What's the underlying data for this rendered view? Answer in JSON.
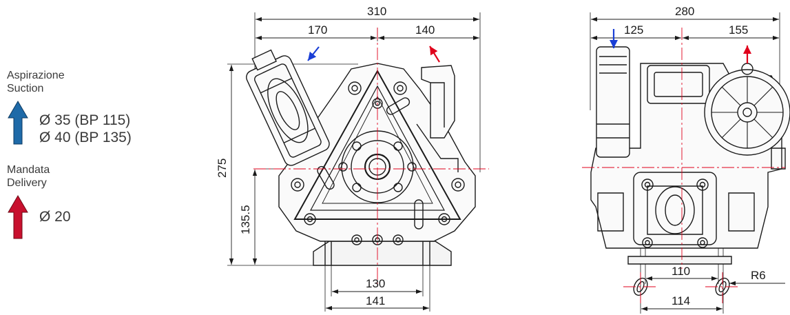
{
  "legend": {
    "suction": {
      "label_it": "Aspirazione",
      "label_en": "Suction",
      "values": [
        "Ø 35 (BP 115)",
        "Ø 40 (BP 135)"
      ],
      "arrow_color": "#1e6aa8"
    },
    "delivery": {
      "label_it": "Mandata",
      "label_en": "Delivery",
      "values": [
        "Ø 20"
      ],
      "arrow_color": "#c8102e"
    }
  },
  "front_view": {
    "dims": {
      "overall_width": "310",
      "left_width": "170",
      "right_width": "140",
      "height": "275",
      "center_height": "135.5",
      "base_inner": "130",
      "base_outer": "141"
    }
  },
  "side_view": {
    "dims": {
      "overall_width": "280",
      "left_width": "125",
      "right_width": "155",
      "hole_spacing": "110",
      "hole_outer": "114",
      "slot_radius": "R6"
    }
  },
  "colors": {
    "line": "#1a1a1a",
    "center_line": "#e0001b",
    "inlet_arrow": "#1a3fd6",
    "outlet_arrow": "#e0001b"
  }
}
